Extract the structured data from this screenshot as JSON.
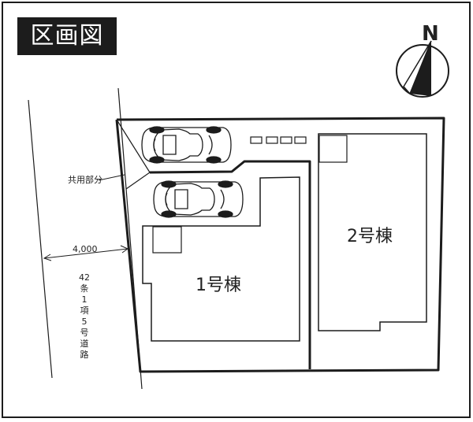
{
  "title": "区画図",
  "compass": {
    "north_label": "N"
  },
  "labels": {
    "shared_area": "共用部分",
    "road_width": "4,000",
    "road_type": "42条1項5号道路"
  },
  "buildings": [
    {
      "name": "1号棟"
    },
    {
      "name": "2号棟"
    }
  ],
  "parking": {
    "cars": 2
  },
  "colors": {
    "line": "#1c1c1c",
    "title_bg": "#1c1c1c",
    "title_text": "#ffffff",
    "background": "#ffffff"
  }
}
